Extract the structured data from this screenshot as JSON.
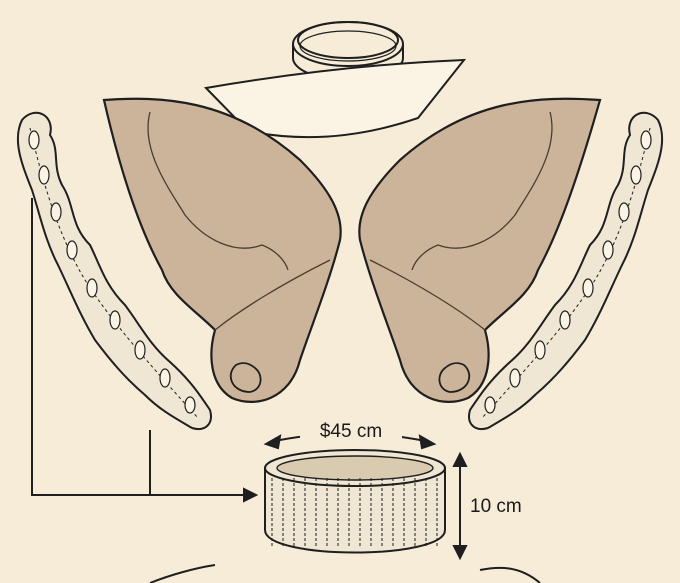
{
  "labels": {
    "circumference": "$45 cm",
    "height": "10 cm"
  },
  "colors": {
    "background": "#f6ecd8",
    "wing_fill": "#cbb499",
    "outline": "#1f1f1f",
    "lace_fill": "#efe6d3",
    "pattern_fill": "#fbf4e4"
  },
  "parts": [
    "headband-ring",
    "curved-collar-pattern",
    "left-wing",
    "right-wing",
    "left-lace-trim",
    "right-lace-trim",
    "knit-cuff"
  ]
}
